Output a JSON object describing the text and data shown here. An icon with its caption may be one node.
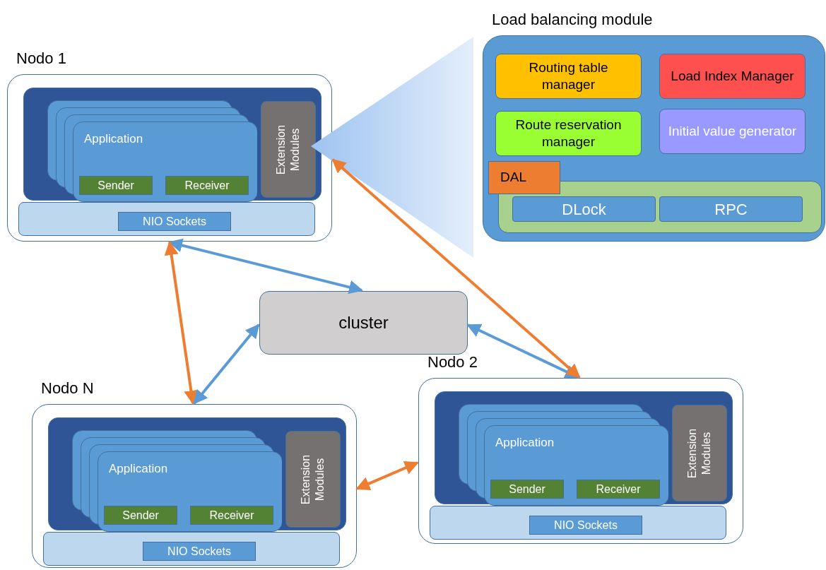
{
  "diagram": {
    "nodes": [
      {
        "text": [
          "Nodo 1"
        ]
      },
      {
        "text": [],
        "shape": "box",
        "in": 0
      },
      {
        "text": [
          "Application"
        ],
        "in": 1
      },
      {
        "text": [
          "Sender"
        ],
        "in": 1
      },
      {
        "text": [
          "Receiver"
        ],
        "in": 1
      },
      {
        "text": [
          "Extension Modules"
        ],
        "in": 1
      },
      {
        "text": [],
        "shape": "bar",
        "in": 0
      },
      {
        "text": [
          "NIO Sockets"
        ],
        "in": 6
      },
      {
        "text": [],
        "shape": "triangle"
      },
      {
        "text": [
          "Load balancing module"
        ]
      },
      {
        "text": [
          "Routing table manager"
        ],
        "in": 9
      },
      {
        "text": [
          "Load Index Manager"
        ],
        "in": 9
      },
      {
        "text": [
          "Route reservation manager"
        ],
        "in": 9
      },
      {
        "text": [
          "Initial value generator"
        ],
        "in": 9
      },
      {
        "text": [],
        "shape": "box",
        "in": 9
      },
      {
        "text": [
          "DAL"
        ],
        "in": 9
      },
      {
        "text": [
          "DLock"
        ],
        "in": 14
      },
      {
        "text": [
          "RPC"
        ],
        "in": 14
      },
      {
        "text": [
          "cluster"
        ]
      },
      {
        "text": [
          "Nodo 2"
        ]
      },
      {
        "text": [],
        "shape": "box",
        "in": 19
      },
      {
        "text": [
          "Application"
        ],
        "in": 20
      },
      {
        "text": [
          "Sender"
        ],
        "in": 20
      },
      {
        "text": [
          "Receiver"
        ],
        "in": 20
      },
      {
        "text": [
          "Extension Modules"
        ],
        "in": 20
      },
      {
        "text": [],
        "shape": "bar",
        "in": 19
      },
      {
        "text": [
          "NIO Sockets"
        ],
        "in": 25
      },
      {
        "text": [
          "Nodo N"
        ]
      },
      {
        "text": [],
        "shape": "box",
        "in": 27
      },
      {
        "text": [
          "Application"
        ],
        "in": 28
      },
      {
        "text": [
          "Sender"
        ],
        "in": 28
      },
      {
        "text": [
          "Receiver"
        ],
        "in": 28
      },
      {
        "text": [
          "Extension Modules"
        ],
        "in": 28
      },
      {
        "text": [],
        "shape": "bar",
        "in": 27
      },
      {
        "text": [
          "NIO Sockets"
        ],
        "in": 33
      }
    ],
    "edges": [
      {
        "from": 0,
        "to": 18,
        "arrow": "both"
      },
      {
        "from": 0,
        "to": 27,
        "arrow": "both",
        "color": "#ed7d31"
      },
      {
        "from": 18,
        "to": 27,
        "arrow": "both"
      },
      {
        "from": 18,
        "to": 19,
        "arrow": "both"
      },
      {
        "from": 0,
        "to": 19,
        "arrow": "both",
        "color": "#ed7d31"
      },
      {
        "from": 27,
        "to": 19,
        "arrow": "both",
        "color": "#ed7d31"
      }
    ]
  }
}
